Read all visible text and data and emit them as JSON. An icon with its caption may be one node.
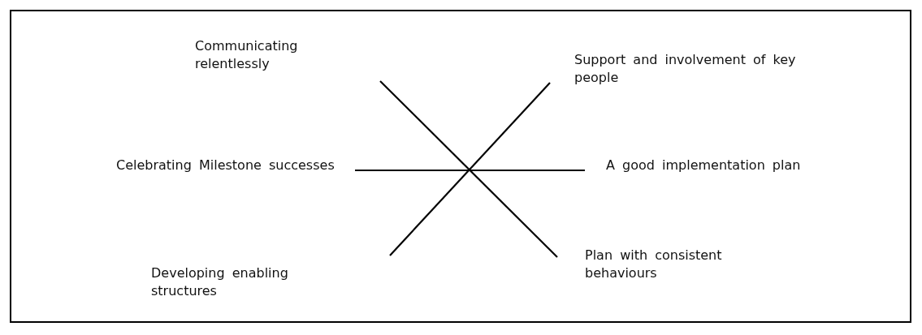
{
  "diagram": {
    "labels": [
      "Communicating relentlessly",
      "Support and involvement of key people",
      "Celebrating Milestone successes",
      "A good implementation plan",
      "Developing enabling structures",
      "Plan with consistent behaviours"
    ]
  }
}
